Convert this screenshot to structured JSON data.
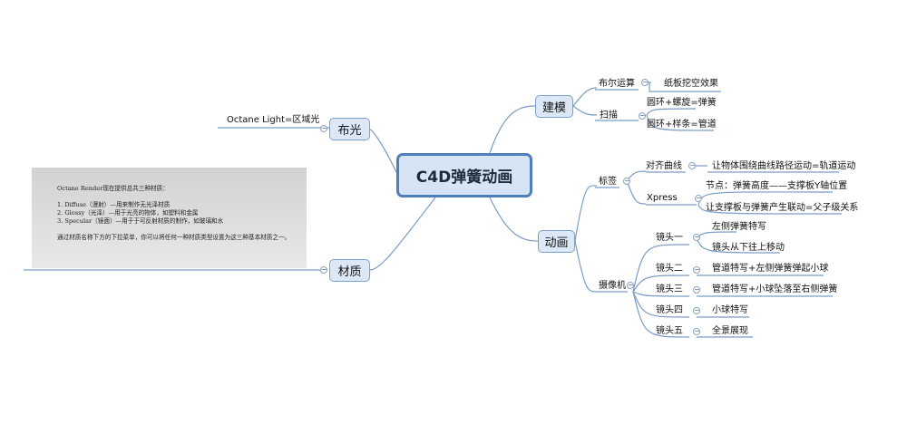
{
  "colors": {
    "line": "#7b9cc6",
    "node_fill": "#dde8f6",
    "root_fill": "#d6e4f5",
    "root_border": "#4f7fb8"
  },
  "root": {
    "title": "C4D弹簧动画"
  },
  "branches": {
    "modeling": {
      "title": "建模",
      "boolean": {
        "label": "布尔运算",
        "child": "纸板挖空效果"
      },
      "sweep": {
        "label": "扫描",
        "children": [
          "圆环+螺旋=弹簧",
          "圆环+样条=管道"
        ]
      }
    },
    "animation": {
      "title": "动画",
      "tags": {
        "label": "标签",
        "align_spline": {
          "label": "对齐曲线",
          "child": "让物体围绕曲线路径运动=轨道运动"
        },
        "xpress": {
          "label": "Xpress",
          "children": [
            "节点：弹簧高度——支撑板Y轴位置",
            "让支撑板与弹簧产生联动=父子级关系"
          ]
        }
      },
      "camera": {
        "label": "摄像机",
        "shots": [
          {
            "label": "镜头一",
            "children": [
              "左侧弹簧特写",
              "镜头从下往上移动"
            ]
          },
          {
            "label": "镜头二",
            "children": [
              "管道特写+左侧弹簧弹起小球"
            ]
          },
          {
            "label": "镜头三",
            "children": [
              "管道特写+小球坠落至右侧弹簧"
            ]
          },
          {
            "label": "镜头四",
            "children": [
              "小球特写"
            ]
          },
          {
            "label": "镜头五",
            "children": [
              "全景展现"
            ]
          }
        ]
      }
    },
    "lighting": {
      "title": "布光",
      "child": "Octane Light=区域光"
    },
    "material": {
      "title": "材质",
      "note": {
        "intro": "Octane Render现在提供总共三种材质：",
        "items": [
          "1.  Diffuse（漫射）—用来制作无光泽材质",
          "2.  Glossy（光泽）—用于光亮的物体，如塑料和金属",
          "3.  Specular（镜面）—用于于可反射材质的制作，如玻璃和水"
        ],
        "outro": "通过材质名称下方的下拉菜单，你可以将任何一种材质类型设置为这三种基本材质之一。"
      }
    }
  }
}
